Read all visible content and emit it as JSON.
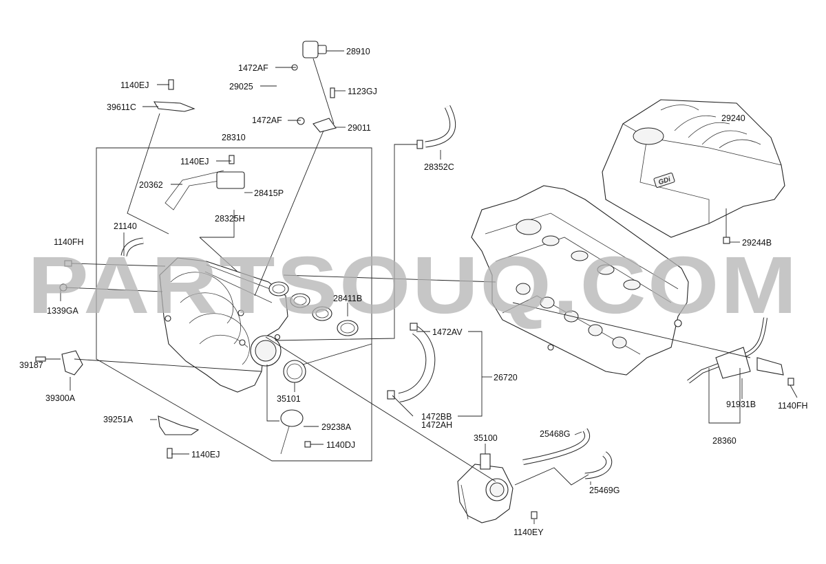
{
  "watermark": "PARTSOUQ.COM",
  "parts": {
    "p28910": "28910",
    "p1472AF_a": "1472AF",
    "p29025": "29025",
    "p1123GJ": "1123GJ",
    "p1472AF_b": "1472AF",
    "p29011": "29011",
    "p1140EJ_a": "1140EJ",
    "p39611C": "39611C",
    "p28310": "28310",
    "p1140EJ_b": "1140EJ",
    "p20362": "20362",
    "p28415P": "28415P",
    "p28325H": "28325H",
    "p21140": "21140",
    "p1140FH_a": "1140FH",
    "p1339GA": "1339GA",
    "p28411B": "28411B",
    "p28352C": "28352C",
    "p29240": "29240",
    "p29244B": "29244B",
    "p1472AV": "1472AV",
    "p26720": "26720",
    "p1472BB": "1472BB",
    "p1472AH": "1472AH",
    "p35101": "35101",
    "p39187": "39187",
    "p39300A": "39300A",
    "p39251A": "39251A",
    "p29238A": "29238A",
    "p1140DJ": "1140DJ",
    "p1140EJ_c": "1140EJ",
    "p35100": "35100",
    "p25468G": "25468G",
    "p25469G": "25469G",
    "p1140EY": "1140EY",
    "p91931B": "91931B",
    "p1140FH_b": "1140FH",
    "p28360": "28360"
  },
  "cover_badge": "GDi"
}
